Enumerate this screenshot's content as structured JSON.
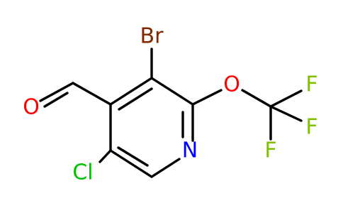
{
  "molecule": {
    "atoms": {
      "br": {
        "label": "Br",
        "color": "#7f2700"
      },
      "o_ether": {
        "label": "O",
        "color": "#ff0000"
      },
      "o_aldehyde": {
        "label": "O",
        "color": "#ff0000"
      },
      "n_ring": {
        "label": "N",
        "color": "#0000ff"
      },
      "cl": {
        "label": "Cl",
        "color": "#00c000"
      },
      "f1": {
        "label": "F",
        "color": "#80c000"
      },
      "f2": {
        "label": "F",
        "color": "#80c000"
      },
      "f3": {
        "label": "F",
        "color": "#80c000"
      }
    },
    "bond_color": "#000000",
    "background": "#ffffff"
  }
}
